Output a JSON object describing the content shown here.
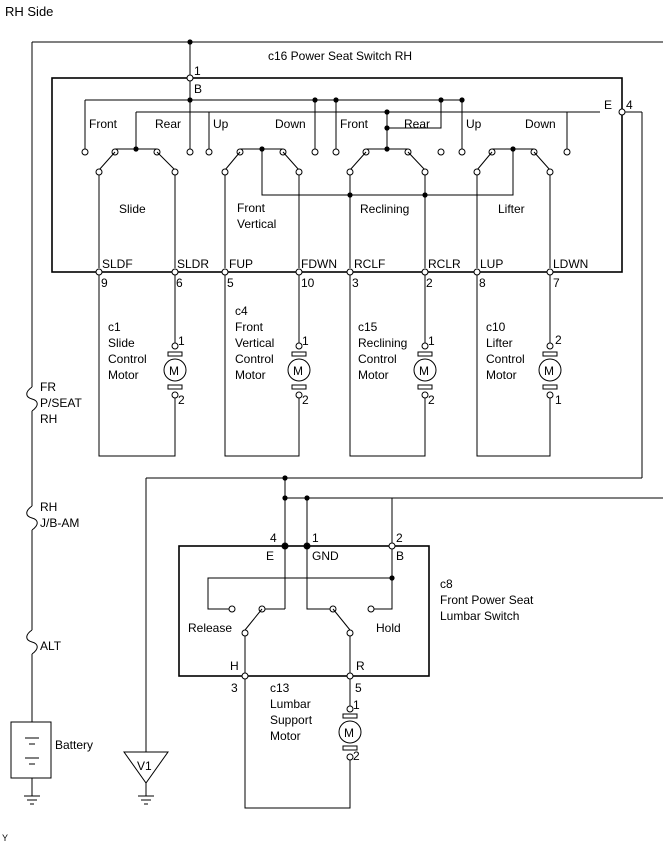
{
  "header": {
    "side": "RH Side"
  },
  "footer": {
    "code": "Y"
  },
  "seat_switch": {
    "title": "c16 Power Seat Switch RH",
    "pin_b": "1",
    "b_label": "B",
    "pin_e": "4",
    "e_label": "E",
    "groups": [
      {
        "name": "Slide",
        "left_dir": "Front",
        "right_dir": "Rear",
        "left_term": "SLDF",
        "right_term": "SLDR",
        "left_pin": "9",
        "right_pin": "6"
      },
      {
        "name": "Front Vertical",
        "name_l1": "Front",
        "name_l2": "Vertical",
        "left_dir": "Up",
        "right_dir": "Down",
        "left_term": "FUP",
        "right_term": "FDWN",
        "left_pin": "5",
        "right_pin": "10"
      },
      {
        "name": "Reclining",
        "left_dir": "Front",
        "right_dir": "Rear",
        "left_term": "RCLF",
        "right_term": "RCLR",
        "left_pin": "3",
        "right_pin": "2"
      },
      {
        "name": "Lifter",
        "left_dir": "Up",
        "right_dir": "Down",
        "left_term": "LUP",
        "right_term": "LDWN",
        "left_pin": "8",
        "right_pin": "7"
      }
    ]
  },
  "motors": [
    {
      "code": "c1",
      "l1": "Slide",
      "l2": "Control",
      "l3": "Motor",
      "top_pin": "1",
      "bottom_pin": "2",
      "symbol": "M"
    },
    {
      "code": "c4",
      "l1": "Front",
      "l2": "Vertical",
      "l3": "Control",
      "l4": "Motor",
      "top_pin": "1",
      "bottom_pin": "2",
      "symbol": "M"
    },
    {
      "code": "c15",
      "l1": "Reclining",
      "l2": "Control",
      "l3": "Motor",
      "top_pin": "1",
      "bottom_pin": "2",
      "symbol": "M"
    },
    {
      "code": "c10",
      "l1": "Lifter",
      "l2": "Control",
      "l3": "Motor",
      "top_pin": "2",
      "bottom_pin": "1",
      "symbol": "M"
    }
  ],
  "fuses": [
    {
      "l1": "FR",
      "l2": "P/SEAT",
      "l3": "RH"
    },
    {
      "l1": "RH",
      "l2": "J/B-AM"
    },
    {
      "l1": "ALT"
    }
  ],
  "battery": {
    "label": "Battery"
  },
  "ground_point": {
    "label": "V1"
  },
  "lumbar_switch": {
    "code": "c8",
    "l1": "Front Power Seat",
    "l2": "Lumbar Switch",
    "pin_e": "4",
    "pin_gnd": "1",
    "pin_b": "2",
    "pin_h": "3",
    "pin_r": "5",
    "e_label": "E",
    "gnd_label": "GND",
    "b_label": "B",
    "h_label": "H",
    "r_label": "R",
    "release": "Release",
    "hold": "Hold"
  },
  "lumbar_motor": {
    "code": "c13",
    "l1": "Lumbar",
    "l2": "Support",
    "l3": "Motor",
    "top_pin": "1",
    "bottom_pin": "2",
    "symbol": "M"
  }
}
